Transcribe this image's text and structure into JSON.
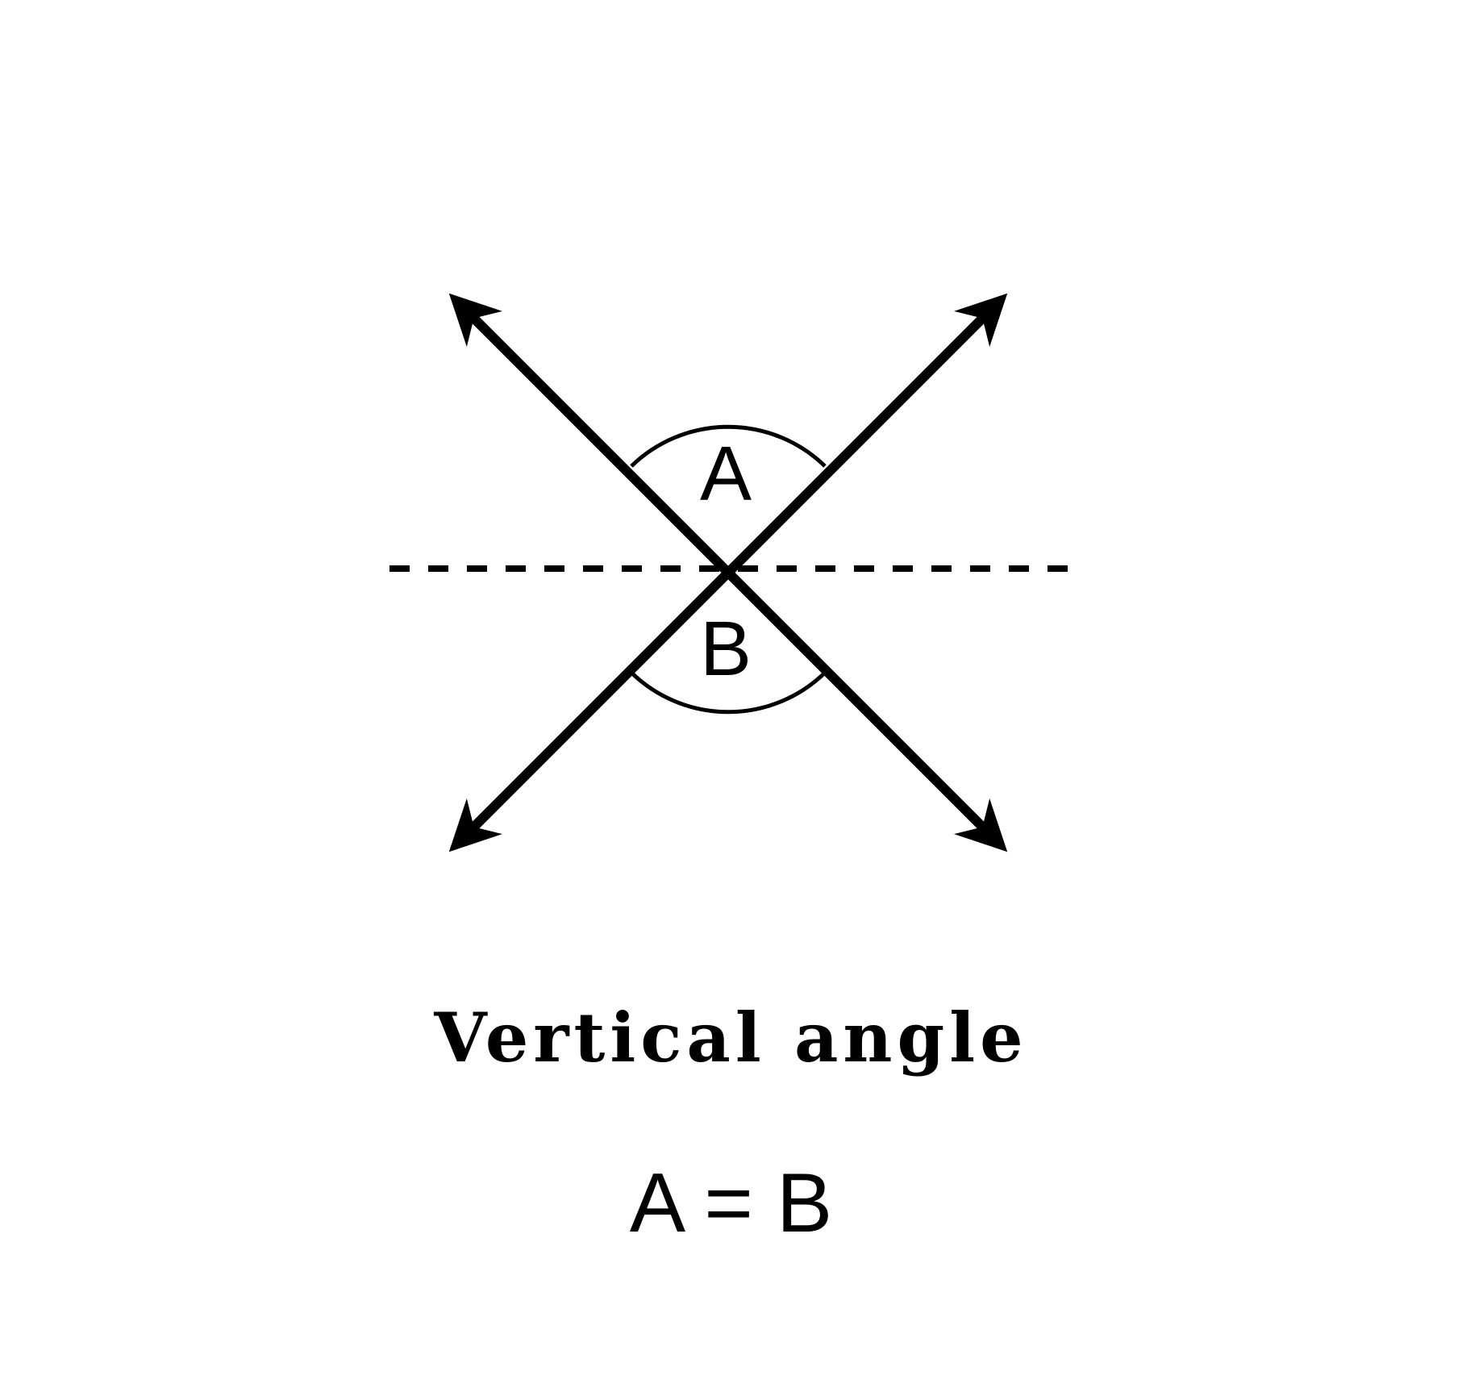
{
  "diagram": {
    "angle_a_label": "A",
    "angle_b_label": "B",
    "title": "Vertical angle",
    "equation": "A = B",
    "stroke_color": "#000000",
    "background_color": "#ffffff"
  }
}
